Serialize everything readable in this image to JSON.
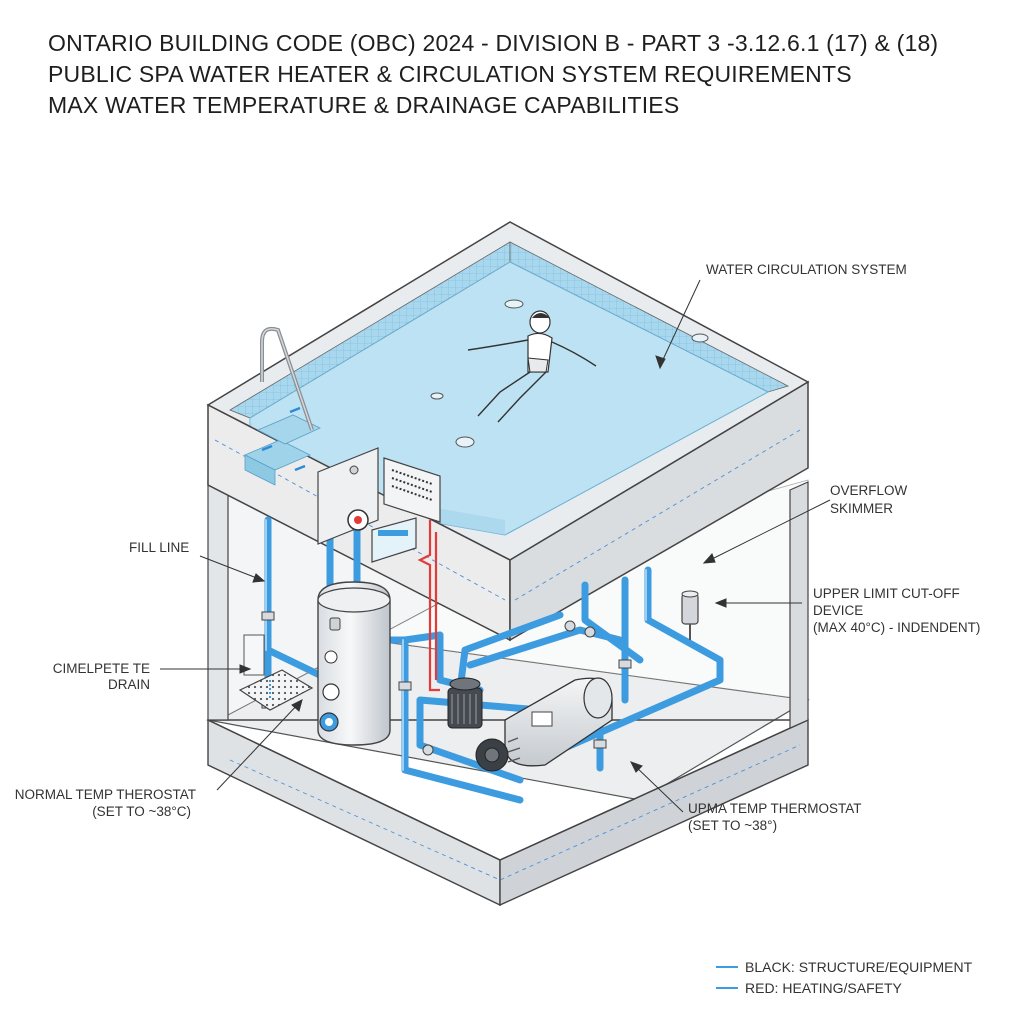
{
  "title": {
    "line1": "ONTARIO BUILDING CODE (OBC) 2024 - DIVISION B - PART 3 -3.12.6.1 (17) & (18)",
    "line2": "PUBLIC SPA WATER HEATER & CIRCULATION SYSTEM REQUIREMENTS",
    "line3": "MAX WATER TEMPERATURE & DRAINAGE CAPABILITIES"
  },
  "labels": {
    "circulation": "WATER CIRCULATION SYSTEM",
    "overflow_1": "OVERFLOW",
    "overflow_2": "SKIMMER",
    "fill_line": "FILL LINE",
    "drain_1": "CIMELPETE TE",
    "drain_2": "DRAIN",
    "upper_limit_1": "UPPER LIMIT CUT-OFF",
    "upper_limit_2": "DEVICE",
    "upper_limit_3": "(MAX 40°C) - INDENDENT)",
    "normal_1": "NORMAL TEMP THEROSTAT",
    "normal_2": "(SET TO ~38°C)",
    "upma_1": "UPMA TEMP THERMOSTAT",
    "upma_2": "(SET TO ~38°)"
  },
  "legend": {
    "item1": "BLACK: STRUCTURE/EQUIPMENT",
    "item2": "RED: HEATING/SAFETY"
  },
  "colors": {
    "pipe_blue": "#3d9be0",
    "heat_red": "#e23b3b",
    "water": "#bfe3f2",
    "tile": "#9fd3ea"
  }
}
